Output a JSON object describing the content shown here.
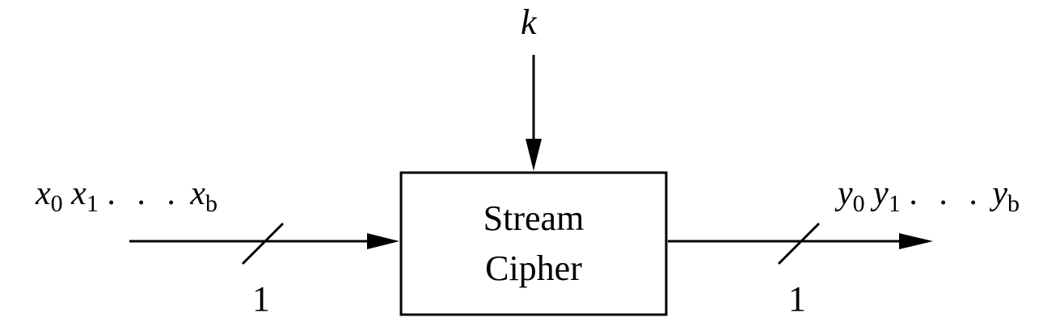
{
  "diagram": {
    "key": "k",
    "input": {
      "sequence": [
        {
          "base": "x",
          "sub": "0"
        },
        {
          "base": "x",
          "sub": "1"
        },
        {
          "base": "x",
          "sub": "b"
        }
      ],
      "ellipsis": ". . .",
      "width": "1"
    },
    "output": {
      "sequence": [
        {
          "base": "y",
          "sub": "0"
        },
        {
          "base": "y",
          "sub": "1"
        },
        {
          "base": "y",
          "sub": "b"
        }
      ],
      "ellipsis": ". . .",
      "width": "1"
    },
    "block": {
      "line1": "Stream",
      "line2": "Cipher"
    }
  }
}
